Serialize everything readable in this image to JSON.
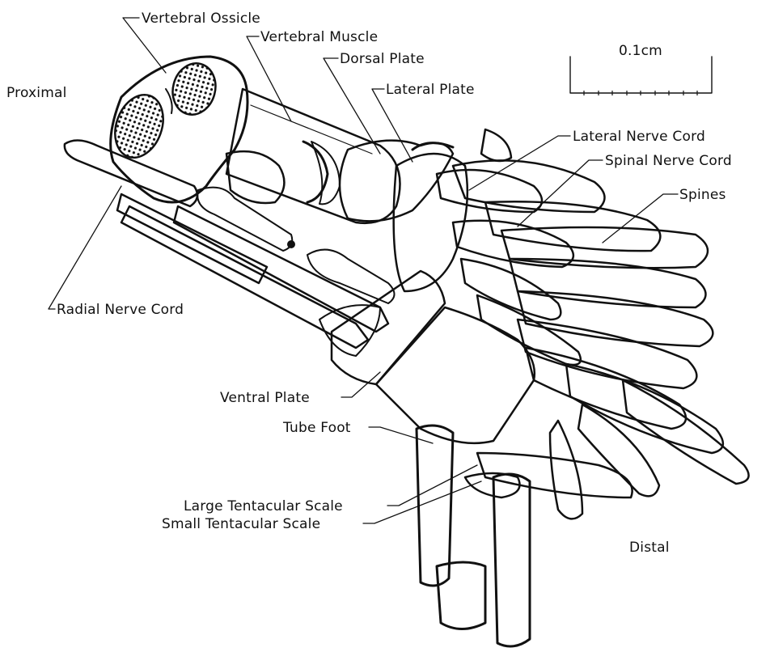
{
  "labels": {
    "vertebral_ossicle": "Vertebral Ossicle",
    "vertebral_muscle": "Vertebral Muscle",
    "dorsal_plate": "Dorsal Plate",
    "lateral_plate": "Lateral Plate",
    "lateral_nerve_cord": "Lateral Nerve Cord",
    "spinal_nerve_cord": "Spinal Nerve Cord",
    "spines": "Spines",
    "radial_nerve_cord": "Radial Nerve Cord",
    "ventral_plate": "Ventral Plate",
    "tube_foot": "Tube Foot",
    "large_tentacular_scale": "Large Tentacular Scale",
    "small_tentacular_scale": "Small Tentacular Scale"
  },
  "orientation": {
    "proximal": "Proximal",
    "distal": "Distal"
  },
  "scale_bar": {
    "label": "0.1cm"
  },
  "colors": {
    "ink": "#111111",
    "paper": "#ffffff"
  }
}
